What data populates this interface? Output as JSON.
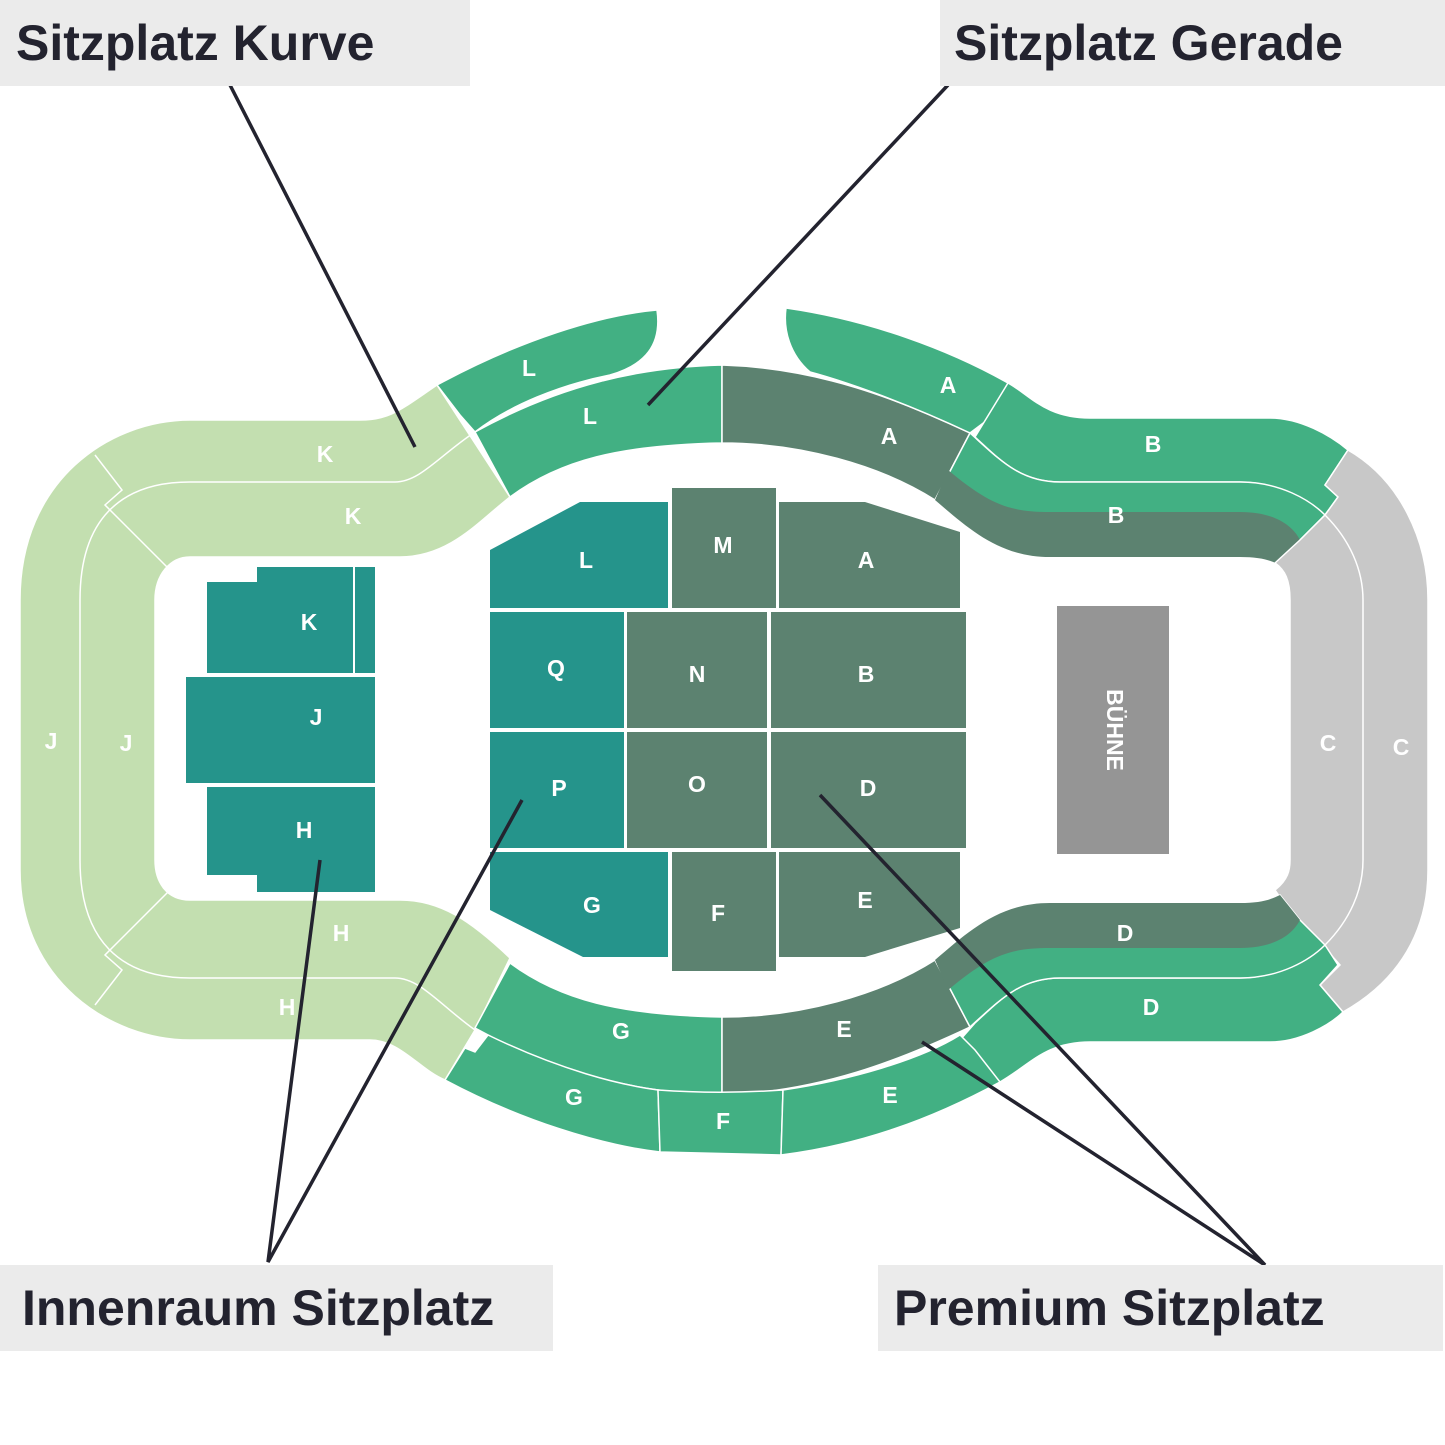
{
  "callouts": {
    "kurve": "Sitzplatz Kurve",
    "gerade": "Sitzplatz Gerade",
    "innenraum": "Innenraum Sitzplatz",
    "premium": "Premium Sitzplatz"
  },
  "stage": "BÜHNE",
  "colors": {
    "kurve": "#c3dfb0",
    "gerade": "#42b083",
    "premium": "#5c8270",
    "innenraum": "#25948b",
    "stage_side": "#c8c8c8",
    "stage": "#959595",
    "text": "#23232f"
  },
  "sections": {
    "outer_top": [
      "L",
      "A",
      "B"
    ],
    "inner_top": [
      "L",
      "A",
      "B"
    ],
    "kurve": [
      "K",
      "K",
      "J",
      "J",
      "H",
      "H"
    ],
    "side_right": [
      "C",
      "C"
    ],
    "outer_bottom": [
      "G",
      "F",
      "E",
      "D"
    ],
    "inner_bottom": [
      "G",
      "E",
      "D"
    ],
    "floor_left": [
      "K",
      "J",
      "H"
    ],
    "floor_center": [
      "L",
      "M",
      "A",
      "Q",
      "N",
      "B",
      "P",
      "O",
      "D",
      "G",
      "F",
      "E"
    ]
  }
}
